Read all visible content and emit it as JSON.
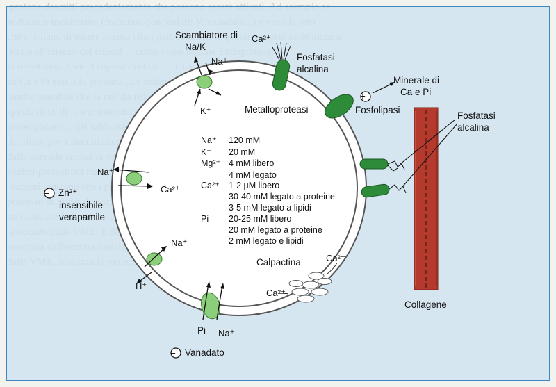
{
  "background_text": [
    "protone descritti precedentemente che possono essere attivati. Ad esempio se",
    "le durante trattamento (fratturato con fosfati: V. vanadato...) e visto la loro",
    "che meritano di essere ancora citati particolarmente quanto proprio nelle mcome",
    "strate all'interno del citosol ... come viene legame Endoproteasi e",
    "la membrana. Cioè il capirsi i veluto: ... i azione in quanto lega",
    "ne Ca e Pi essi li la proteina ... e valori mineralizzazione il",
    "anche possibile che la cellula rilascia ... il collagene, in uno",
    "spazio ricco di ... e mantenuto con ... e funzioni, ridotte",
    "proteoglicani ... del sabbiose",
    "L'effetto pro-mineralizzante ... ossidi",
    "dalla parziale analisi di vari ... (P) questi ioni dalle",
    "enzimi proteolitici metallo ... Queste osservazioni",
    "vazioni indicano che i protei ... apoptosi",
    "processo di mineralizzazione ... le quali possono",
    "no cambiare la funzione alla ... specifiche proteine",
    "associate dalle VME. È da considerare molto l'effetto proteolitico cosicché",
    "associata dall'enzima fosfatasi alcalina. Questo enzima, infatti, situato",
    "dalle VME, idrolizza le molecole di pirofosfato (PPi) che altrimenti sarebbe"
  ],
  "labels": {
    "exchanger": [
      "Scambiatore di",
      "Na/K"
    ],
    "na_top": "Na⁺",
    "k_top": "K⁺",
    "ca_top": "Ca²⁺",
    "alk_phos_top": [
      "Fosfatasi",
      "alcalina"
    ],
    "mineral": [
      "Minerale di",
      "Ca e Pi"
    ],
    "plus_sign": "+",
    "metalloprotease": "Metalloproteasi",
    "phospholipase": "Fosfolipasi",
    "alk_phos_right": [
      "Fosfatasi",
      "alcalina"
    ],
    "na_left": "Na⁺",
    "zn": "Zn²⁺",
    "minus_sign": "−",
    "insensitive": [
      "insensibile",
      "verapamile"
    ],
    "ca_left": "Ca²⁺",
    "na_lower_left": "Na⁺",
    "h": "H⁺",
    "pi_bottom": "Pi",
    "na_bottom": "Na⁺",
    "vanadate": "Vanadato",
    "calpactin": "Calpactina",
    "ca_calpactin_1": "Ca²⁺",
    "ca_calpactin_2": "Ca²⁺",
    "collagen": "Collagene"
  },
  "composition": [
    {
      "ion": "Na⁺",
      "value": "120 mM"
    },
    {
      "ion": "K⁺",
      "value": "20 mM"
    },
    {
      "ion": "Mg²⁺",
      "value": "4 mM libero"
    },
    {
      "ion": "",
      "value": "4 mM legato"
    },
    {
      "ion": "Ca²⁺",
      "value": "1-2 μM libero"
    },
    {
      "ion": "",
      "value": "30-40 mM legato a proteine"
    },
    {
      "ion": "",
      "value": "3-5 mM legato a lipidi"
    },
    {
      "ion": "Pi",
      "value": "20-25 mM libero"
    },
    {
      "ion": "",
      "value": "20 mM legato a proteine"
    },
    {
      "ion": "",
      "value": "2 mM legato e lipidi"
    }
  ],
  "colors": {
    "panel_border": "#3f86c4",
    "panel_fill": "#cfe2f0",
    "membrane": "#555555",
    "light_green": "#8ccf7a",
    "dark_green": "#2e8b3a",
    "collagen_red": "#b53a2e"
  }
}
